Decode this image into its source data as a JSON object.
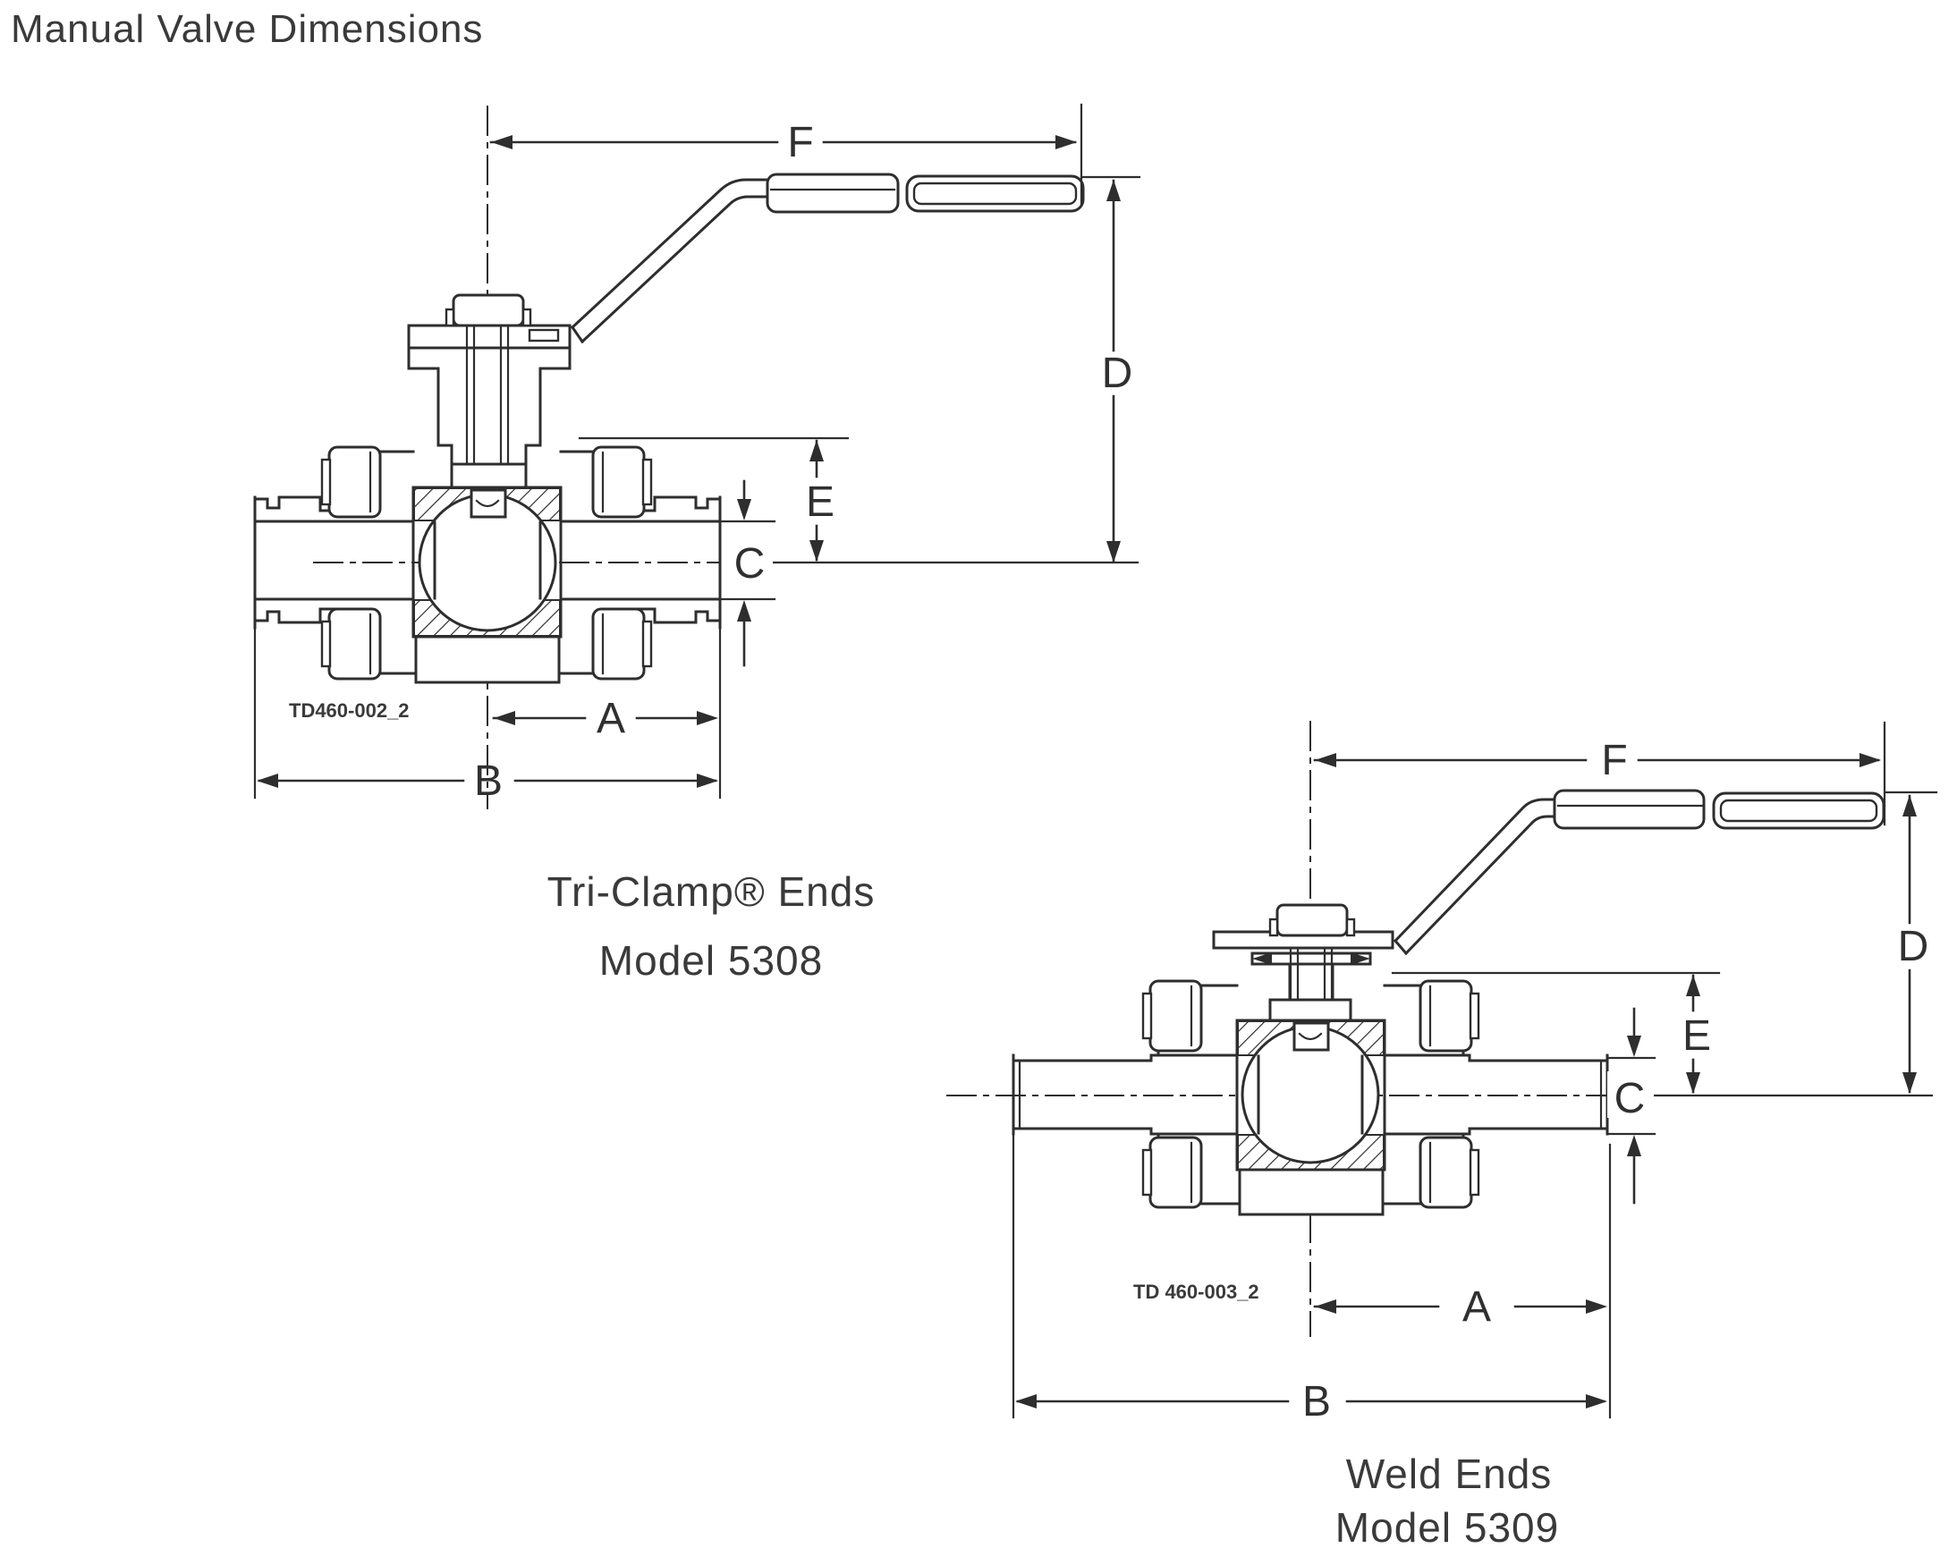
{
  "page": {
    "title": "Manual Valve Dimensions"
  },
  "diagrams": [
    {
      "id": "tri-clamp",
      "caption_line1": "Tri-Clamp® Ends",
      "caption_line2": "Model 5308",
      "drawing_number": "TD460-002_2",
      "dim_labels": {
        "A": "A",
        "B": "B",
        "C": "C",
        "D": "D",
        "E": "E",
        "F": "F"
      }
    },
    {
      "id": "weld",
      "caption_line1": "Weld Ends",
      "caption_line2": "Model 5309",
      "drawing_number": "TD 460-003_2",
      "dim_labels": {
        "A": "A",
        "B": "B",
        "C": "C",
        "D": "D",
        "E": "E",
        "F": "F"
      }
    }
  ],
  "colors": {
    "line": "#2e2e2e",
    "text": "#3a3a3a",
    "background": "#ffffff"
  }
}
